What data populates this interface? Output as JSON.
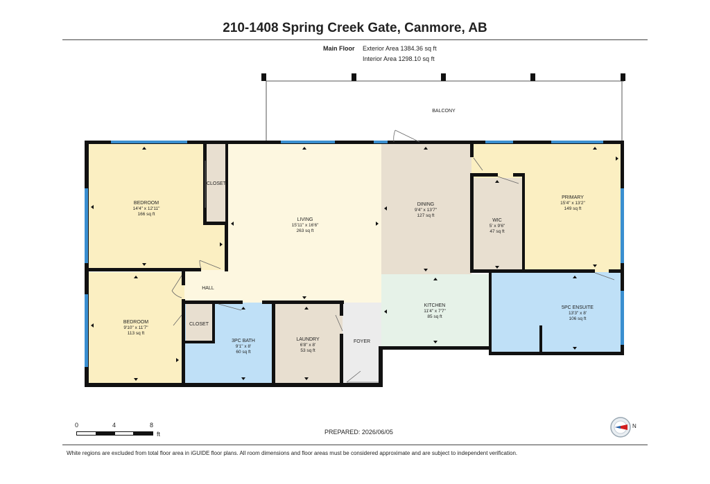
{
  "header": {
    "address": "210-1408 Spring Creek Gate, Canmore, AB",
    "floor_label": "Main Floor",
    "exterior_area": "Exterior Area 1384.36 sq ft",
    "interior_area": "Interior Area 1298.10 sq ft"
  },
  "rooms": {
    "balcony": {
      "name": "BALCONY"
    },
    "bedroom1": {
      "name": "BEDROOM",
      "dims": "14'4\" x 12'11\"",
      "area": "166 sq ft"
    },
    "closet1": {
      "name": "CLOSET"
    },
    "living": {
      "name": "LIVING",
      "dims": "15'11\" x 16'6\"",
      "area": "263 sq ft"
    },
    "dining": {
      "name": "DINING",
      "dims": "9'4\" x 13'7\"",
      "area": "127 sq ft"
    },
    "wic": {
      "name": "WIC",
      "dims": "5' x 9'6\"",
      "area": "47 sq ft"
    },
    "primary": {
      "name": "PRIMARY",
      "dims": "15'4\" x 13'2\"",
      "area": "149 sq ft"
    },
    "hall": {
      "name": "HALL"
    },
    "bedroom2": {
      "name": "BEDROOM",
      "dims": "9'10\" x 11'7\"",
      "area": "113 sq ft"
    },
    "closet2": {
      "name": "CLOSET"
    },
    "bath": {
      "name": "3PC BATH",
      "dims": "9'1\" x 8'",
      "area": "60 sq ft"
    },
    "laundry": {
      "name": "LAUNDRY",
      "dims": "6'8\" x 8'",
      "area": "53 sq ft"
    },
    "foyer": {
      "name": "FOYER"
    },
    "kitchen": {
      "name": "KITCHEN",
      "dims": "11'4\" x 7'7\"",
      "area": "85 sq ft"
    },
    "ensuite": {
      "name": "5PC ENSUITE",
      "dims": "13'3\" x 8'",
      "area": "106 sq ft"
    }
  },
  "scale": {
    "t0": "0",
    "t1": "4",
    "t2": "8",
    "unit": "ft"
  },
  "compass_label": "N",
  "footer": {
    "prepared": "PREPARED: 2026/06/05",
    "disclaimer": "White regions are excluded from total floor area in iGUIDE floor plans. All room dimensions and floor areas must be considered approximate and are subject to independent verification."
  },
  "colors": {
    "bedroom": "#fbefc2",
    "living": "#fdf7e0",
    "dining": "#e8dfd0",
    "wic": "#e8dfd0",
    "laundry": "#e8dfd0",
    "closet": "#e8dfd0",
    "kitchen": "#e6f2e8",
    "bath": "#bfe0f7",
    "foyer": "#ececec",
    "wall": "#111111",
    "window": "#3a8fd0"
  }
}
